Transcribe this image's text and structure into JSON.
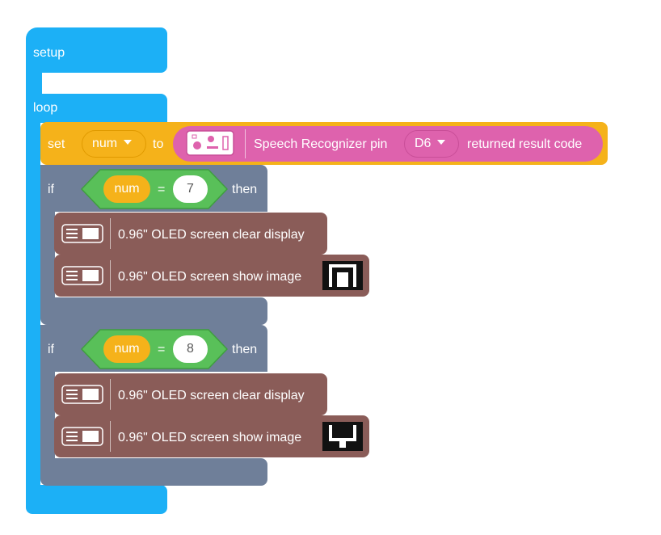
{
  "setup": {
    "label": "setup"
  },
  "loop": {
    "label": "loop"
  },
  "set_block": {
    "set_label": "set",
    "variable": "num",
    "to_label": "to",
    "reporter_label": "Speech Recognizer pin",
    "pin": "D6",
    "suffix": "returned result code"
  },
  "if_blocks": [
    {
      "if_label": "if",
      "left": "num",
      "op": "=",
      "right": "7",
      "then_label": "then",
      "clear_label": "0.96\" OLED screen clear display",
      "show_label": "0.96\" OLED screen show image"
    },
    {
      "if_label": "if",
      "left": "num",
      "op": "=",
      "right": "8",
      "then_label": "then",
      "clear_label": "0.96\" OLED screen clear display",
      "show_label": "0.96\" OLED screen show image"
    }
  ],
  "colors": {
    "control": "#1cb0f6",
    "variable": "#f5b21a",
    "if": "#6f7f99",
    "oled": "#8a5c58",
    "sensor": "#de62ad",
    "operator": "#59c059"
  }
}
